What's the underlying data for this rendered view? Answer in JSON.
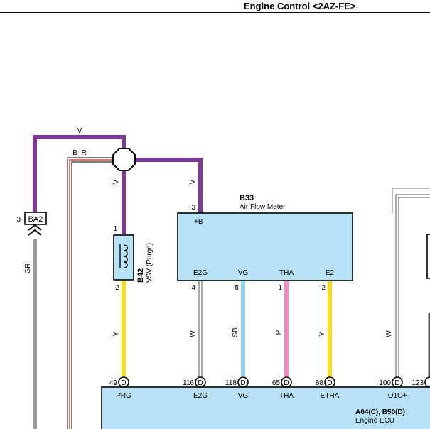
{
  "header": {
    "title": "Engine Control <2AZ-FE>"
  },
  "colors": {
    "V": "#7d3a96",
    "GR": "#9b9b9b",
    "Y": "#f6dc1a",
    "SB": "#8fd4f2",
    "P": "#ee8fc0",
    "W": "#ffffff",
    "R": "#e0402f",
    "ecu_fill": "#b8e2f5",
    "box_fill": "#b8e2f5"
  },
  "connector_ba2": {
    "pin": "3",
    "name": "BA2"
  },
  "wires": {
    "top_v": "V",
    "br": "B–R",
    "left_v": "V",
    "right_v": "V",
    "gr": "GR",
    "vsv_y": "Y",
    "e2g_w": "W",
    "vg_sb": "SB",
    "tha_p": "P",
    "e2_y": "Y",
    "o1c_w": "W"
  },
  "vsv": {
    "code": "B42",
    "name": "VSV (Purge)",
    "pin_top": "1",
    "pin_bottom": "2"
  },
  "afm": {
    "code": "B33",
    "name": "Air Flow Meter",
    "pin_top": "3",
    "plus_b": "+B",
    "terminals": [
      {
        "label": "E2G",
        "pin": "4"
      },
      {
        "label": "VG",
        "pin": "5"
      },
      {
        "label": "THA",
        "pin": "1"
      },
      {
        "label": "E2",
        "pin": "2"
      }
    ]
  },
  "ecu": {
    "codes": "A64(C), B50(D)",
    "name": "Engine ECU",
    "pins": [
      {
        "num": "49",
        "conn": "D",
        "label": "PRG"
      },
      {
        "num": "116",
        "conn": "D",
        "label": "E2G"
      },
      {
        "num": "118",
        "conn": "D",
        "label": "VG"
      },
      {
        "num": "65",
        "conn": "D",
        "label": "THA"
      },
      {
        "num": "88",
        "conn": "D",
        "label": "ETHA"
      },
      {
        "num": "100",
        "conn": "D",
        "label": "O1C+"
      },
      {
        "num": "123",
        "conn": "",
        "label": ""
      }
    ]
  }
}
